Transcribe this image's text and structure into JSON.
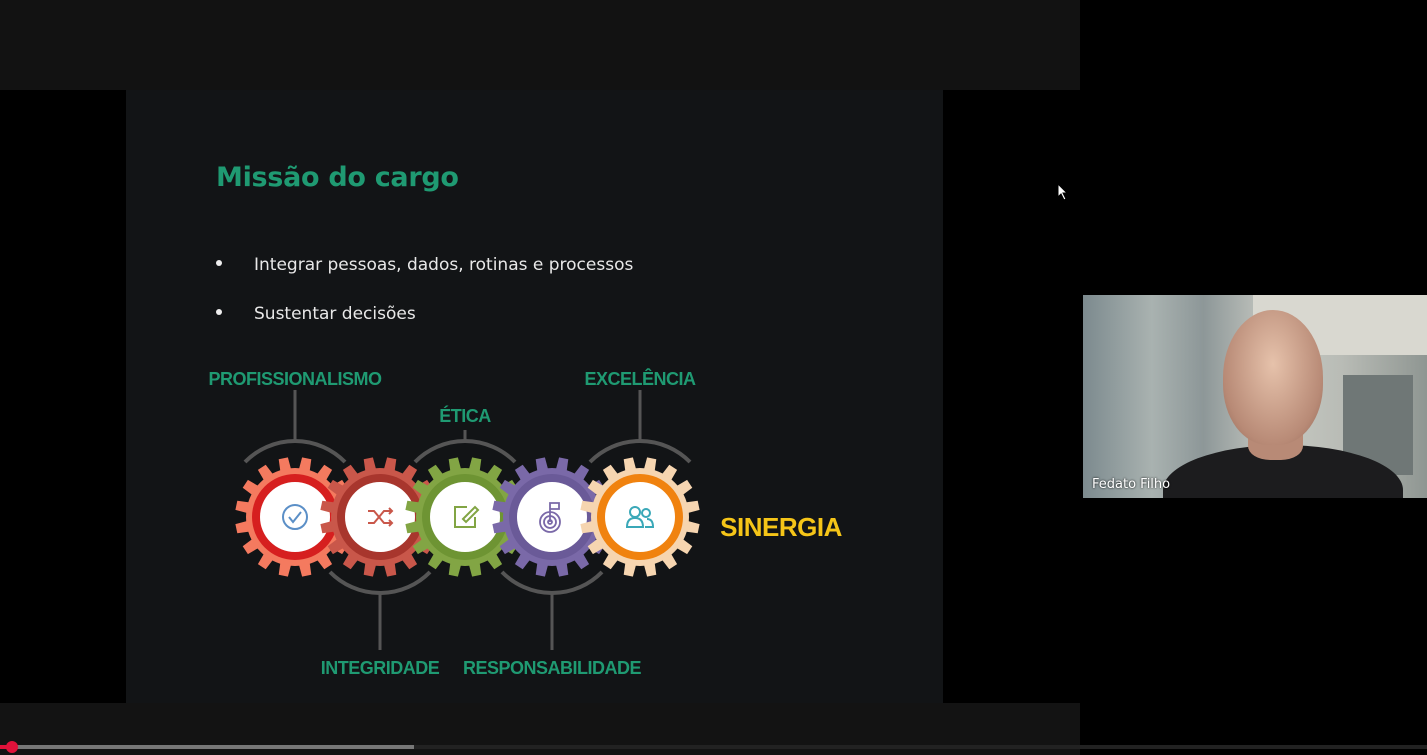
{
  "slide": {
    "title": "Missão do cargo",
    "bullets": [
      "Integrar pessoas, dados, rotinas e processos",
      "Sustentar decisões"
    ],
    "gears": [
      {
        "label": "PROFISSIONALISMO",
        "icon": "check-circle-icon",
        "tooth_color": "#f47a5f",
        "ring_color": "#d61f1f",
        "icon_color": "#5b8fc7",
        "label_pos": "top"
      },
      {
        "label": "INTEGRIDADE",
        "icon": "shuffle-icon",
        "tooth_color": "#c9574a",
        "ring_color": "#a8362d",
        "icon_color": "#c9574a",
        "label_pos": "bottom"
      },
      {
        "label": "ÉTICA",
        "icon": "edit-icon",
        "tooth_color": "#82a544",
        "ring_color": "#6e9433",
        "icon_color": "#82a544",
        "label_pos": "top"
      },
      {
        "label": "RESPONSABILIDADE",
        "icon": "target-flag-icon",
        "tooth_color": "#7a69a8",
        "ring_color": "#6a5a98",
        "icon_color": "#7a69a8",
        "label_pos": "bottom"
      },
      {
        "label": "EXCELÊNCIA",
        "icon": "users-icon",
        "tooth_color": "#f6d5b0",
        "ring_color": "#f0820f",
        "icon_color": "#3aa8b8",
        "label_pos": "top"
      }
    ],
    "summary": "SINERGIA"
  },
  "webcam": {
    "participant_name": "Fedato Filho"
  },
  "player": {
    "progress_played_percent": 1,
    "progress_buffered_percent": 29
  },
  "colors": {
    "accent": "#1f9a72",
    "summary": "#f5c518",
    "progress": "#e0123a"
  }
}
